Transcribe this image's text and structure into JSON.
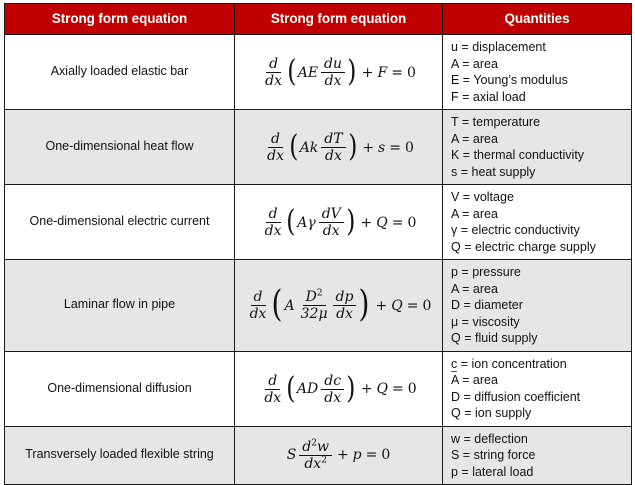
{
  "table": {
    "headers": {
      "col1": "Strong form equation",
      "col2": "Strong form equation",
      "col3": "Quantities"
    },
    "rows": [
      {
        "shaded": false,
        "description": "Axially loaded elastic bar",
        "equation_text": "d/dx ( AE du/dx ) + F = 0",
        "quantities": [
          "u = displacement",
          "A = area",
          "E = Young’s modulus",
          "F = axial load"
        ]
      },
      {
        "shaded": true,
        "description": "One-dimensional heat flow",
        "equation_text": "d/dx ( Ak dT/dx ) + s = 0",
        "quantities": [
          "T = temperature",
          "A = area",
          "K = thermal conductivity",
          "s = heat supply"
        ]
      },
      {
        "shaded": false,
        "description": "One-dimensional electric current",
        "equation_text": "d/dx ( Aγ dV/dx ) + Q = 0",
        "quantities": [
          "V = voltage",
          "A = area",
          "γ = electric conductivity",
          "Q = electric charge supply"
        ]
      },
      {
        "shaded": true,
        "description": "Laminar flow in pipe",
        "equation_text": "d/dx ( A D²/(32μ) dp/dx ) + Q = 0",
        "quantities": [
          "p = pressure",
          "A = area",
          "D = diameter",
          "μ = viscosity",
          "Q = fluid supply"
        ]
      },
      {
        "shaded": false,
        "description": "One-dimensional diffusion",
        "equation_text": "d/dx ( AD dc/dx ) + Q = 0",
        "quantities": [
          "c = ion concentration",
          "A = area",
          "D = diffusion coefficient",
          "Q = ion supply"
        ]
      },
      {
        "shaded": true,
        "description": "Transversely loaded flexible string",
        "equation_text": "S d²w/dx² + p = 0",
        "quantities": [
          "w = deflection",
          "S = string force",
          "p = lateral load"
        ]
      }
    ]
  },
  "math_tokens": {
    "d": "d",
    "dx": "dx",
    "lparen": "(",
    "rparen": ")",
    "plus": "+",
    "equals": "=",
    "zero": "0",
    "AE": "AE",
    "du": "du",
    "F": "F",
    "Ak": "Ak",
    "dT": "dT",
    "s": "s",
    "Agamma": "Aγ",
    "dV": "dV",
    "Q": "Q",
    "A": "A",
    "D": "D",
    "two": "2",
    "thirtytwomu": "32μ",
    "dp": "dp",
    "AD": "AD",
    "dc": "dc",
    "S": "S",
    "dw": "d",
    "w": "w",
    "dxsq": "dx"
  },
  "colors": {
    "header_background": "#C00000",
    "header_text": "#FFFFFF",
    "shaded_row": "#E6E6E6",
    "plain_row": "#FFFFFF",
    "border": "#1A1A1A",
    "grammar_underline": "#2255CC"
  }
}
